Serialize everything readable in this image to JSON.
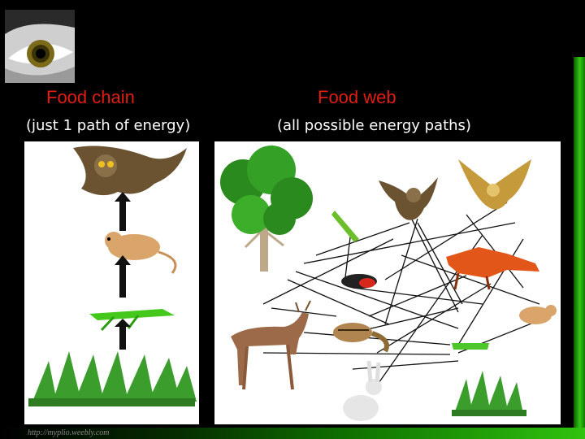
{
  "left": {
    "title": "Food chain",
    "subtitle": "(just 1 path of energy)"
  },
  "right": {
    "title": "Food web",
    "subtitle": "(all possible energy paths)"
  },
  "credit": "http://myplio.weebly.com",
  "organisms_chain": [
    "owl-icon",
    "mouse-icon",
    "grasshopper-icon",
    "grass-icon"
  ],
  "organisms_web": [
    "tree-icon",
    "grasshopper-icon",
    "owl-icon",
    "hawk-icon",
    "bird-icon",
    "fox-icon",
    "deer-icon",
    "chipmunk-icon",
    "mouse-icon",
    "grasshopper-icon",
    "rabbit-icon",
    "grass-icon"
  ],
  "colors": {
    "title": "#e21d12",
    "accent_green": "#33c816",
    "background": "#000000"
  }
}
